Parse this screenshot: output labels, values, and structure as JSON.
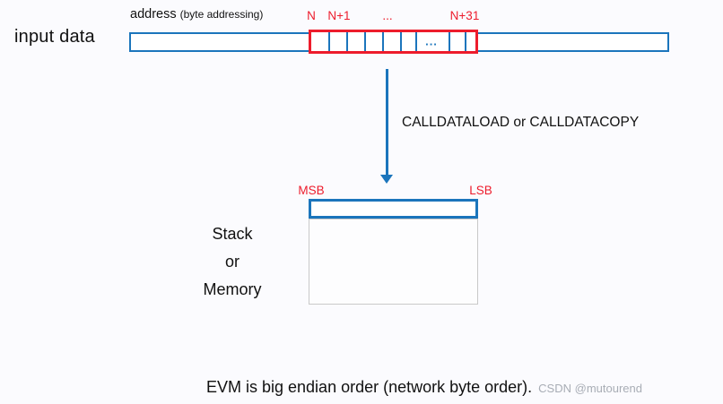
{
  "colors": {
    "blue": "#1b75bc",
    "red": "#ed1c2c",
    "box_border_gray": "#c9c9c9",
    "watermark_gray": "#a8adb5",
    "background": "#fbfbfe"
  },
  "input": {
    "label": "input data",
    "address_label": "address",
    "address_note": "(byte addressing)",
    "byte_labels": [
      "N",
      "N+1",
      "...",
      "N+31"
    ],
    "segment_ellipsis": "..."
  },
  "operation": {
    "label": "CALLDATALOAD or CALLDATACOPY"
  },
  "destination": {
    "msb_label": "MSB",
    "lsb_label": "LSB",
    "lines": [
      "Stack",
      "or",
      "Memory"
    ]
  },
  "footer": {
    "caption": "EVM is big endian order (network byte order).",
    "watermark": "CSDN @mutourend"
  }
}
